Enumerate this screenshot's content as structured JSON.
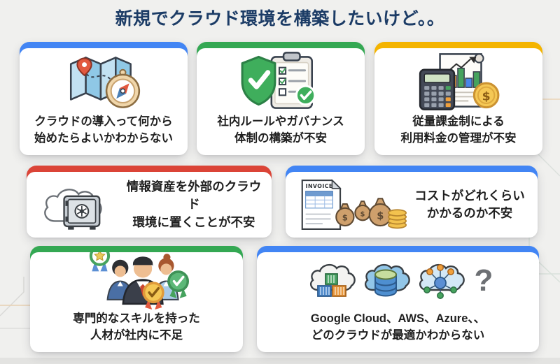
{
  "page": {
    "title": "新規でクラウド環境を構築したいけど。。"
  },
  "colors": {
    "blue": "#4285F4",
    "green": "#34A853",
    "yellow": "#F4B400",
    "red": "#DB4437",
    "title_text": "#1c3c66",
    "card_text": "#1f1f1f",
    "background": "#f0f0ee"
  },
  "cards": [
    {
      "name": "cloud-adoption-start",
      "accent": "blue",
      "icon": "map-compass-icon",
      "text": "クラウドの導入って何から\n始めたらよいかわからない"
    },
    {
      "name": "governance",
      "accent": "green",
      "icon": "shield-checklist-icon",
      "text": "社内ルールやガバナンス\n体制の構築が不安"
    },
    {
      "name": "billing",
      "accent": "yellow",
      "icon": "calculator-chart-coin-icon",
      "text": "従量課金制による\n利用料金の管理が不安",
      "coin_symbol": "$"
    },
    {
      "name": "security",
      "accent": "red",
      "icon": "cloud-safe-icon",
      "text": "情報資産を外部のクラウド\n環境に置くことが不安"
    },
    {
      "name": "cost",
      "accent": "blue",
      "icon": "invoice-money-bags-icon",
      "text": "コストがどれくらい\nかかるのか不安",
      "invoice_label": "INVOICE",
      "bag_symbol": "$"
    },
    {
      "name": "talent",
      "accent": "green",
      "icon": "team-badges-icon",
      "text": "専門的なスキルを持った\n人材が社内に不足"
    },
    {
      "name": "cloud-choice",
      "accent": "blue",
      "icon": "multi-cloud-question-icon",
      "text": "Google Cloud、AWS、Azure、、\nどのクラウドが最適かわからない",
      "question_mark": "?"
    }
  ]
}
